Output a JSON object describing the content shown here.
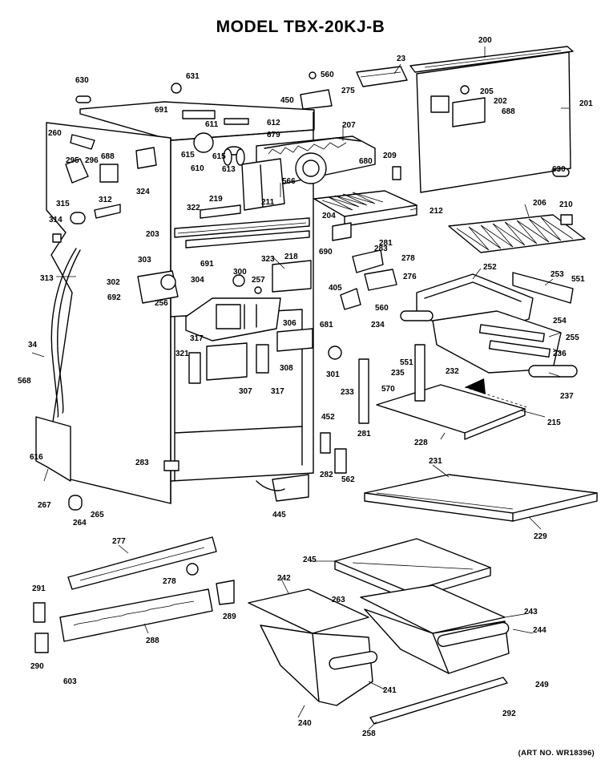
{
  "title": "MODEL TBX-20KJ-B",
  "art_number": "(ART NO. WR18396)",
  "part_numbers": [
    "200",
    "23",
    "630",
    "631",
    "560",
    "275",
    "205",
    "202",
    "201",
    "688",
    "450",
    "691",
    "611",
    "612",
    "679",
    "207",
    "260",
    "688",
    "296",
    "295",
    "324",
    "615",
    "610",
    "615",
    "613",
    "680",
    "209",
    "630",
    "566",
    "211",
    "315",
    "312",
    "322",
    "219",
    "212",
    "206",
    "210",
    "314",
    "204",
    "203",
    "218",
    "283",
    "281",
    "278",
    "276",
    "313",
    "303",
    "691",
    "690",
    "323",
    "252",
    "253",
    "551",
    "302",
    "304",
    "300",
    "257",
    "405",
    "692",
    "256",
    "560",
    "234",
    "254",
    "255",
    "306",
    "681",
    "317",
    "308",
    "236",
    "34",
    "321",
    "568",
    "301",
    "551",
    "232",
    "237",
    "307",
    "317",
    "233",
    "570",
    "235",
    "215",
    "452",
    "281",
    "616",
    "283",
    "282",
    "562",
    "228",
    "231",
    "267",
    "264",
    "265",
    "445",
    "229",
    "277",
    "245",
    "291",
    "278",
    "242",
    "263",
    "243",
    "289",
    "244",
    "288",
    "290",
    "603",
    "241",
    "249",
    "240",
    "292",
    "258"
  ]
}
